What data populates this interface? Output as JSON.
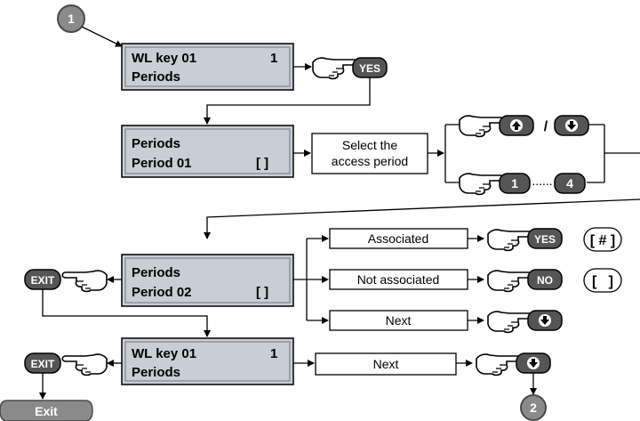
{
  "step_start": "1",
  "step_end": "2",
  "screen1": {
    "line1": "WL key 01",
    "line1_value": "1",
    "line2": "Periods"
  },
  "screen2": {
    "line1": "Periods",
    "line2": "Period 01",
    "line2_value": "[ ]"
  },
  "screen3": {
    "line1": "Periods",
    "line2": "Period 02",
    "line2_value": "[ ]"
  },
  "screen4": {
    "line1": "WL key 01",
    "line1_value": "1",
    "line2": "Periods"
  },
  "select_box": {
    "line1": "Select the",
    "line2": "access period"
  },
  "options": {
    "associated": "Associated",
    "not_associated": "Not associated",
    "next": "Next"
  },
  "next_box": "Next",
  "keys": {
    "yes": "YES",
    "no": "NO",
    "exit": "EXIT",
    "one": "1",
    "four": "4",
    "slash": "/",
    "dots": "......"
  },
  "indicators": {
    "associated": "[ # ]",
    "not_associated": "[   ]"
  },
  "exit_label": "Exit",
  "colors": {
    "lcd_fill": "#c8cdd6",
    "key_fill": "#555555",
    "badge_fill": "#888888"
  }
}
